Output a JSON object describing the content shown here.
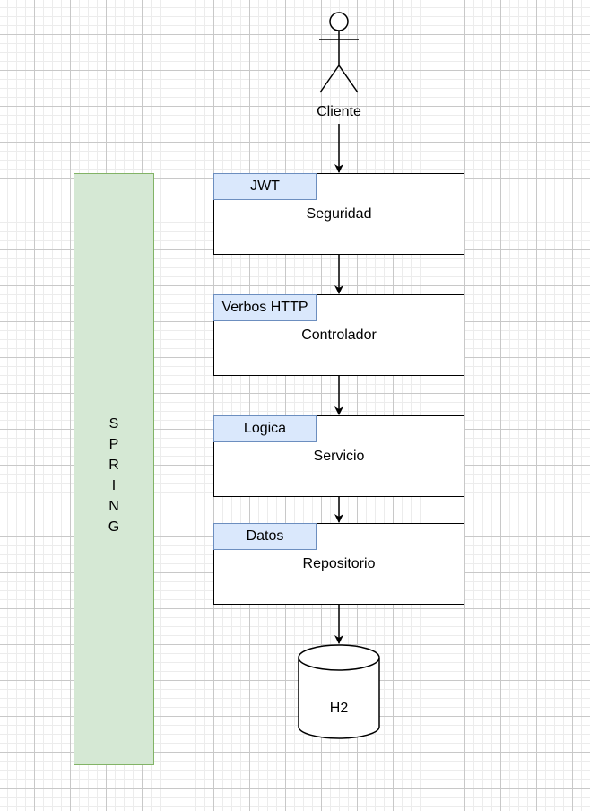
{
  "actor": {
    "label": "Cliente"
  },
  "spring": {
    "label": "SPRING",
    "letters": [
      "S",
      "P",
      "R",
      "I",
      "N",
      "G"
    ]
  },
  "layers": [
    {
      "tag": "JWT",
      "title": "Seguridad"
    },
    {
      "tag": "Verbos HTTP",
      "title": "Controlador"
    },
    {
      "tag": "Logica",
      "title": "Servicio"
    },
    {
      "tag": "Datos",
      "title": "Repositorio"
    }
  ],
  "database": {
    "label": "H2"
  },
  "colors": {
    "spring_fill": "#d5e8d4",
    "spring_stroke": "#82b366",
    "tag_fill": "#dae8fc",
    "tag_stroke": "#6c8ebf"
  }
}
